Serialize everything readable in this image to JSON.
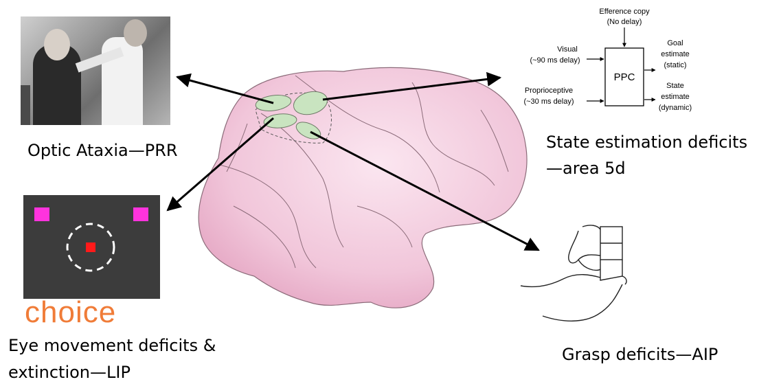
{
  "captions": {
    "optic_ataxia": "Optic Ataxia—PRR",
    "state_estimation_line1": "State estimation deficits",
    "state_estimation_line2": "—area 5d",
    "eye_movement_line1": "Eye movement deficits &",
    "eye_movement_line2": "extinction—LIP",
    "grasp": "Grasp deficits—AIP"
  },
  "task_panel": {
    "word": "choice",
    "colors": {
      "background": "#3c3c3c",
      "target": "#ff33dd",
      "fixation": "#ff1a1a",
      "ring": "#ffffff",
      "word": "#f07c38"
    }
  },
  "ppc_diagram": {
    "efference_line1": "Efference copy",
    "efference_line2": "(No delay)",
    "visual_line1": "Visual",
    "visual_line2": "(~90 ms delay)",
    "proprio_line1": "Proprioceptive",
    "proprio_line2": "(~30 ms delay)",
    "box_label": "PPC",
    "goal_line1": "Goal",
    "goal_line2": "estimate",
    "goal_line3": "(static)",
    "state_line1": "State",
    "state_line2": "estimate",
    "state_line3": "(dynamic)"
  },
  "colors": {
    "brain_fill": "#f3cfe0",
    "brain_stroke": "#8a6a78",
    "area_fill": "#c9e4c0",
    "arrow": "#000000"
  }
}
